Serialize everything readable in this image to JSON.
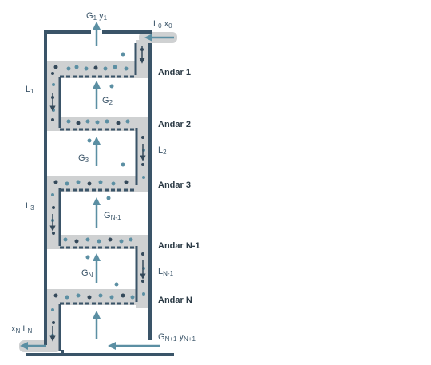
{
  "labels": {
    "top_vapor": {
      "main": "G",
      "sub": "1",
      "main2": "y",
      "sub2": "1"
    },
    "top_liquid": {
      "main": "L",
      "sub": "0",
      "main2": "x",
      "sub2": "0"
    },
    "l1": {
      "main": "L",
      "sub": "1"
    },
    "g2": {
      "main": "G",
      "sub": "2"
    },
    "l2": {
      "main": "L",
      "sub": "2"
    },
    "g3": {
      "main": "G",
      "sub": "3"
    },
    "l3": {
      "main": "L",
      "sub": "3"
    },
    "gn_minus_1": {
      "main": "G",
      "sub": "N-1"
    },
    "ln_minus_1": {
      "main": "L",
      "sub": "N-1"
    },
    "gn": {
      "main": "G",
      "sub": "N"
    },
    "bottom_liquid": {
      "main": "x",
      "sub": "N",
      "main2": "L",
      "sub2": "N"
    },
    "bottom_vapor": {
      "main": "G",
      "sub": "N+1",
      "main2": "y",
      "sub2": "N+1"
    }
  },
  "stages": [
    "Andar 1",
    "Andar 2",
    "Andar 3",
    "Andar N-1",
    "Andar N"
  ],
  "colors": {
    "wall": "#3a5468",
    "liquid": "#c9cbcc",
    "bubble": "#5b8fa3",
    "dot_dark": "#34495a"
  }
}
